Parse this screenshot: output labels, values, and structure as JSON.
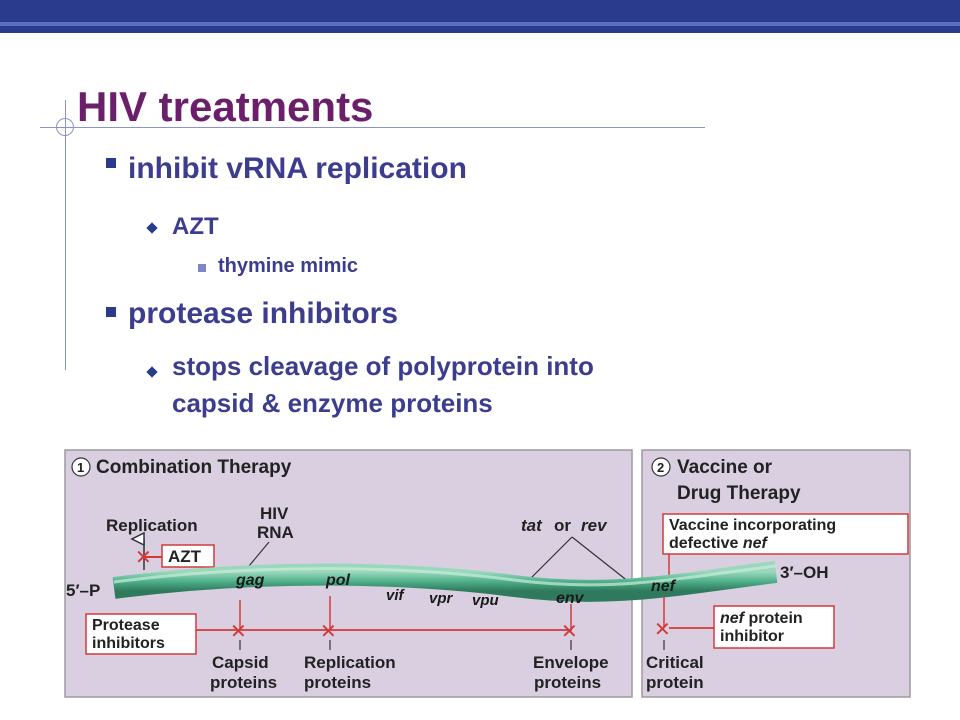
{
  "slide": {
    "title": "HIV treatments",
    "bullets": [
      {
        "level": 1,
        "text": "inhibit vRNA replication"
      },
      {
        "level": 2,
        "text": "AZT"
      },
      {
        "level": 3,
        "text": "thymine mimic"
      },
      {
        "level": 1,
        "text": "protease inhibitors"
      },
      {
        "level": 2,
        "text": "stops cleavage of polyprotein into"
      },
      {
        "level": 2,
        "text": "capsid & enzyme proteins"
      }
    ]
  },
  "figure": {
    "panel1_number": "1",
    "panel1_title": "Combination Therapy",
    "panel2_number": "2",
    "panel2_title_line1": "Vaccine or",
    "panel2_title_line2": "Drug Therapy",
    "replication": "Replication",
    "azt": "AZT",
    "hiv": "HIV",
    "rna": "RNA",
    "tat_or": "tat",
    "or": "or",
    "rev": "rev",
    "five_prime": "5′–P",
    "three_prime": "3′–OH",
    "genes": [
      "gag",
      "pol",
      "vif",
      "vpr",
      "vpu",
      "env",
      "nef"
    ],
    "vaccine_line1": "Vaccine incorporating",
    "vaccine_line2_a": "defective ",
    "vaccine_line2_b": "nef",
    "protease_line1": "Protease",
    "protease_line2": "inhibitors",
    "nef_inhib_line1_a": "nef",
    "nef_inhib_line1_b": " protein",
    "nef_inhib_line2": "inhibitor",
    "capsid_line1": "Capsid",
    "capsid_line2": "proteins",
    "repl_line1": "Replication",
    "repl_line2": "proteins",
    "env_line1": "Envelope",
    "env_line2": "proteins",
    "crit_line1": "Critical",
    "crit_line2": "protein",
    "colors": {
      "panel_bg": "#d9cfe0",
      "strand": "#4fb08a",
      "strand_dark": "#2f7a5c",
      "inhibit": "#d23a3a",
      "frame": "#d23a3a"
    }
  }
}
